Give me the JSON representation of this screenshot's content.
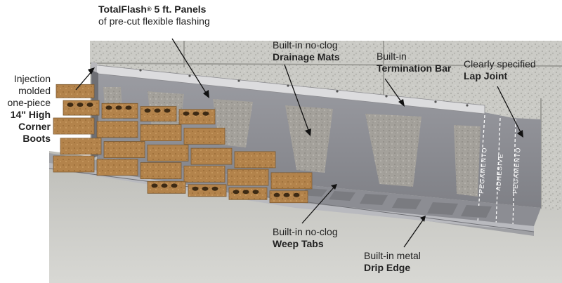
{
  "labels": {
    "panels": {
      "brand": "TotalFlash",
      "reg": "®",
      "bold_rest": " 5 ft. Panels",
      "line2": "of pre-cut flexible flashing"
    },
    "corner_boots": {
      "line1": "Injection",
      "line2": "molded",
      "line3": "one-piece",
      "bold1": "14\" High",
      "bold2": "Corner",
      "bold3": "Boots"
    },
    "drainage_mats": {
      "line1": "Built-in no-clog",
      "bold": "Drainage Mats"
    },
    "termination_bar": {
      "line1": "Built-in",
      "bold": "Termination Bar"
    },
    "lap_joint": {
      "line1": "Clearly specified",
      "bold": "Lap Joint"
    },
    "weep_tabs": {
      "line1": "Built-in no-clog",
      "bold": "Weep Tabs"
    },
    "drip_edge": {
      "line1": "Built-in metal",
      "bold": "Drip Edge"
    }
  },
  "membrane_print": {
    "words": [
      "PEGAMENTO",
      "ADHESIVE",
      "PEGAMENTO"
    ]
  },
  "colors": {
    "block": "#c9c9c4",
    "membrane": "#8d8e94",
    "mat": "#a6a39d",
    "brick": "#b0814a",
    "bar": "#d8d8da",
    "leader": "#111111"
  }
}
